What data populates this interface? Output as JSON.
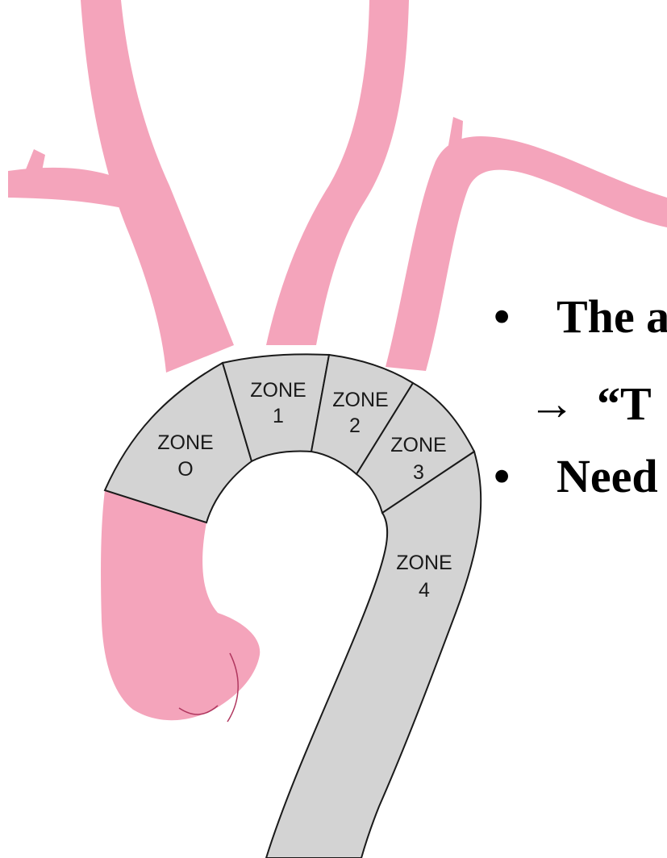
{
  "colors": {
    "vessel_pink": "#f4a4bb",
    "zone_gray": "#d3d3d3",
    "outline": "#1a1a1a",
    "text": "#000000"
  },
  "zones": [
    {
      "line1": "ZONE",
      "line2": "O"
    },
    {
      "line1": "ZONE",
      "line2": "1"
    },
    {
      "line1": "ZONE",
      "line2": "2"
    },
    {
      "line1": "ZONE",
      "line2": "3"
    },
    {
      "line1": "ZONE",
      "line2": "4"
    }
  ],
  "bullets": {
    "bullet_symbol": "•",
    "line1": "The a",
    "arrow_symbol": "→",
    "line2": "“T",
    "line3": "Need"
  }
}
